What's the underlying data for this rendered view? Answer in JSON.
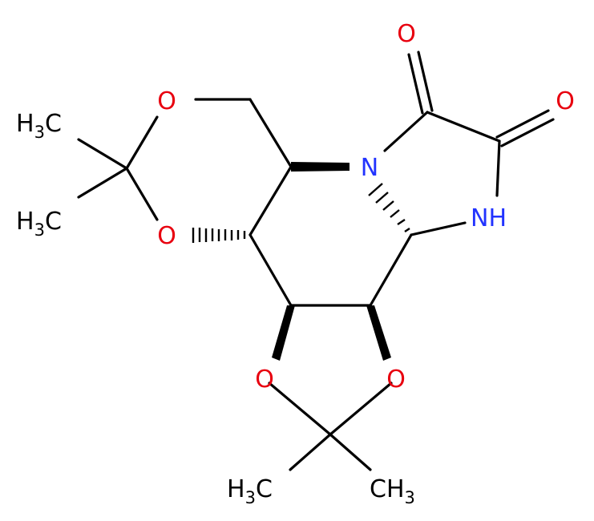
{
  "colors": {
    "carbon": "#000000",
    "oxygen": "#e8000f",
    "nitrogen": "#2233ff",
    "background": "#ffffff"
  },
  "atoms": {
    "o_ketone_top": "O",
    "o_ketone_right": "O",
    "o_ring_upper": "O",
    "o_ring_mid": "O",
    "n_ring": "N",
    "nh": "NH",
    "o_dioxolane_left": "O",
    "o_dioxolane_right": "O"
  },
  "methyl_groups": [
    {
      "main": "H",
      "sub": "3",
      "tail": "C"
    },
    {
      "main": "H",
      "sub": "3",
      "tail": "C"
    },
    {
      "main": "H",
      "sub": "3",
      "tail": "C"
    },
    {
      "main": "CH",
      "sub": "3",
      "tail": ""
    }
  ]
}
